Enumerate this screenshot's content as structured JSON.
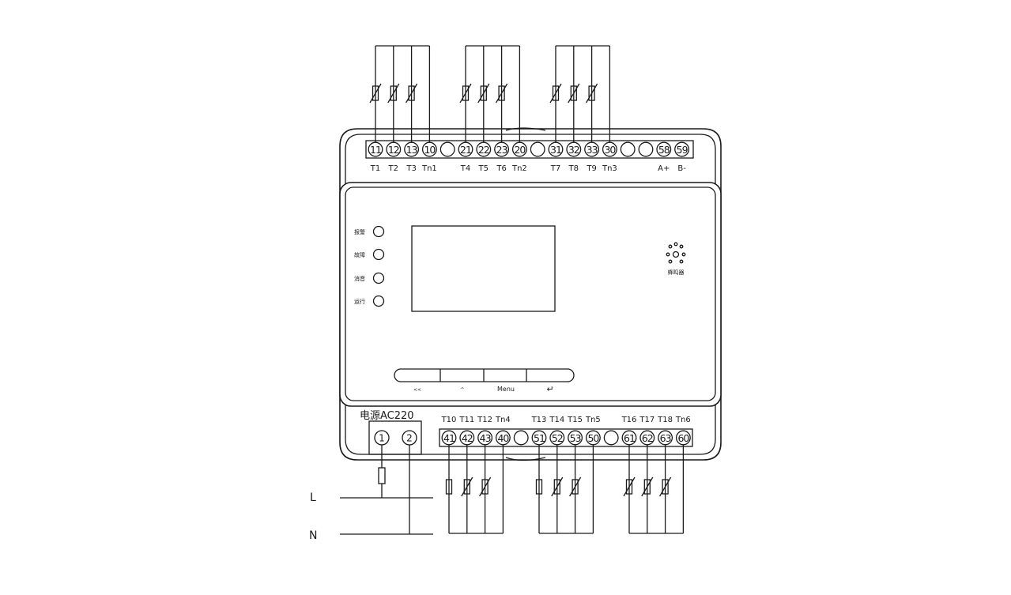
{
  "top_terminals": [
    "11",
    "12",
    "13",
    "10",
    "",
    "21",
    "22",
    "23",
    "20",
    "",
    "31",
    "32",
    "33",
    "30",
    "",
    "",
    "58",
    "59"
  ],
  "top_labels": [
    "T1",
    "T2",
    "T3",
    "Tn1",
    "",
    "T4",
    "T5",
    "T6",
    "Tn2",
    "",
    "T7",
    "T8",
    "T9",
    "Tn3",
    "",
    "",
    "A+",
    "B-"
  ],
  "bottom_terminals": [
    "41",
    "42",
    "43",
    "40",
    "",
    "51",
    "52",
    "53",
    "50",
    "",
    "61",
    "62",
    "63",
    "60"
  ],
  "bottom_labels": [
    "T10",
    "T11",
    "T12",
    "Tn4",
    "",
    "T13",
    "T14",
    "T15",
    "Tn5",
    "",
    "T16",
    "T17",
    "T18",
    "Tn6"
  ],
  "power": {
    "label": "电源AC220",
    "terminals": [
      "1",
      "2"
    ]
  },
  "indicators": [
    "报警",
    "故障",
    "消音",
    "运行"
  ],
  "buzzer_label": "蜂鸣器",
  "buttons": [
    "<<",
    "^",
    "Menu",
    "↵"
  ],
  "lines": {
    "live": "L",
    "neutral": "N"
  }
}
